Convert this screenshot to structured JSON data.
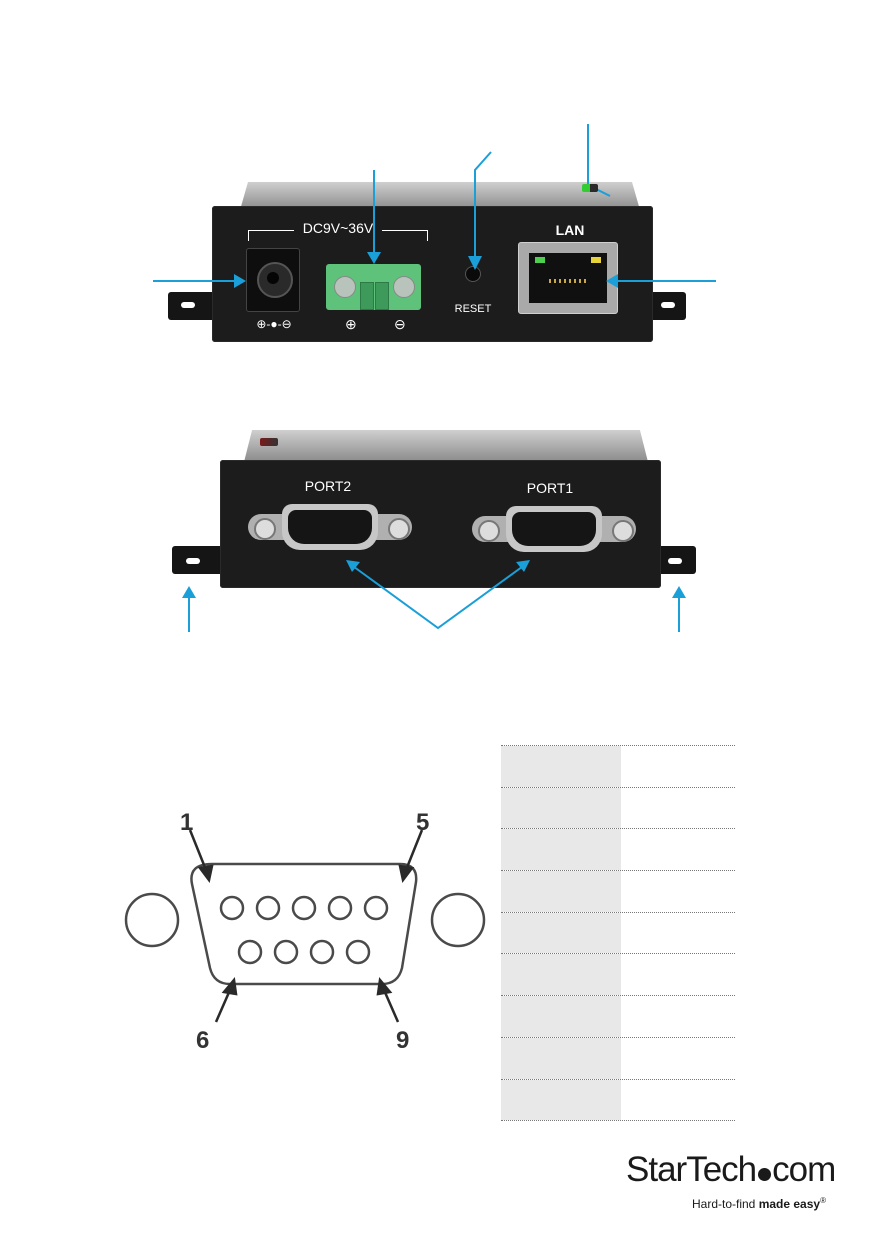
{
  "front_panel": {
    "voltage_label": "DC9V~36V",
    "reset_label": "RESET",
    "lan_label": "LAN",
    "jack_polarity": "⊕-●-⊖",
    "terminal_plus": "⊕",
    "terminal_minus": "⊖"
  },
  "rear_panel": {
    "port2_label": "PORT2",
    "port1_label": "PORT1"
  },
  "pinout": {
    "pin_top_left": "1",
    "pin_top_right": "5",
    "pin_bottom_left": "6",
    "pin_bottom_right": "9"
  },
  "pin_table": {
    "rows": 9
  },
  "brand": {
    "logo_text": "StarTech",
    "logo_suffix": "com",
    "tagline_regular": "Hard-to-find ",
    "tagline_bold": "made easy",
    "tagline_mark": "®"
  },
  "colors": {
    "callout": "#1a9fd8",
    "terminal_green": "#5fc27a",
    "table_shade": "#e8e8e9"
  }
}
